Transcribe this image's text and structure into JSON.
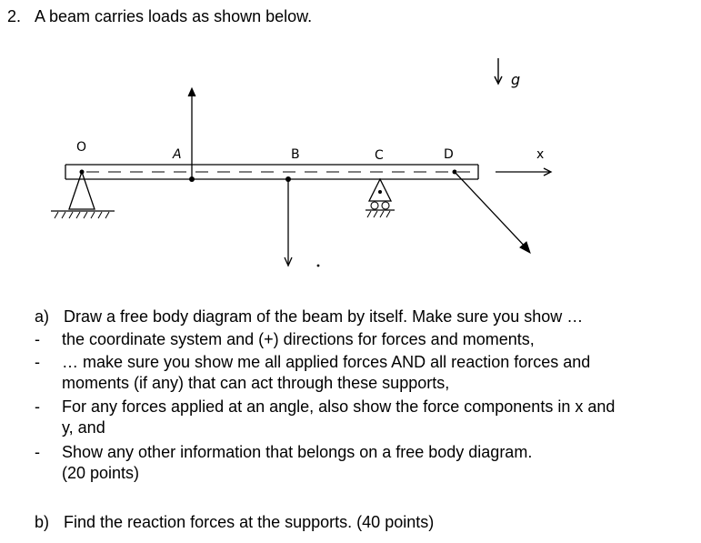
{
  "question": {
    "number": "2.",
    "prompt": "A beam carries loads as shown below."
  },
  "diagram": {
    "labels": {
      "point_o": "O",
      "point_a": "A",
      "point_b": "B",
      "point_c": "C",
      "point_d": "D",
      "axis_x": "x",
      "gravity": "g"
    }
  },
  "part_a": {
    "label": "a)",
    "intro": "Draw a free body diagram of the beam by itself.  Make sure you show …",
    "bullets": [
      {
        "dash": "-",
        "lines": [
          "the coordinate system and (+) directions for forces and moments,"
        ]
      },
      {
        "dash": "-",
        "lines": [
          "… make sure you show me all applied forces AND all reaction forces and",
          "moments (if any) that can act through these supports,"
        ]
      },
      {
        "dash": "-",
        "lines": [
          "For any forces applied at an angle, also show the force components in x and",
          "y, and"
        ]
      },
      {
        "dash": "-",
        "lines": [
          " Show any other information that belongs on a free body diagram.",
          "(20 points)"
        ]
      }
    ]
  },
  "part_b": {
    "label": "b)",
    "text": "Find the reaction forces at the supports.   (40 points)"
  }
}
